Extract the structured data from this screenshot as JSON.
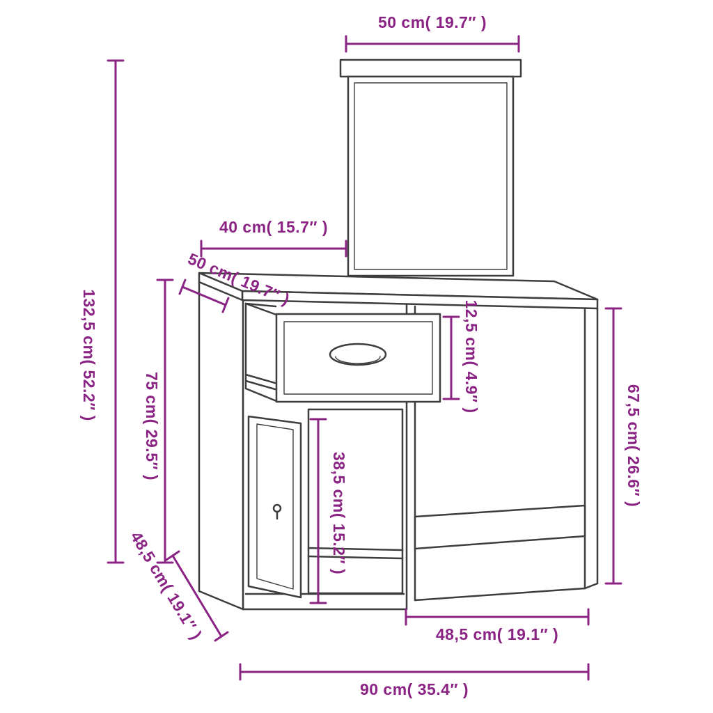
{
  "diagram": {
    "type": "furniture-dimension-diagram",
    "subject": "dressing-table-with-mirror-drawer-and-door",
    "colors": {
      "background": "#FFFFFF",
      "furniture_line": "#3D3D3D",
      "dimension_accent": "#8A2383"
    },
    "dimensions": {
      "mirror_width": "50 cm( 19.7″ )",
      "total_height": "132,5 cm( 52.2″ )",
      "unit_width": "40 cm( 15.7″ )",
      "unit_depth": "50 cm( 19.7″ )",
      "unit_height": "75 cm( 29.5″ )",
      "drawer_height": "12,5 cm( 4.9″ )",
      "legroom_height": "67,5 cm( 26.6″ )",
      "door_height": "38,5 cm( 15.2″ )",
      "base_depth": "48,5 cm( 19.1″ )",
      "desk_width": "48,5 cm( 19.1″ )",
      "total_width": "90 cm( 35.4″ )"
    }
  }
}
